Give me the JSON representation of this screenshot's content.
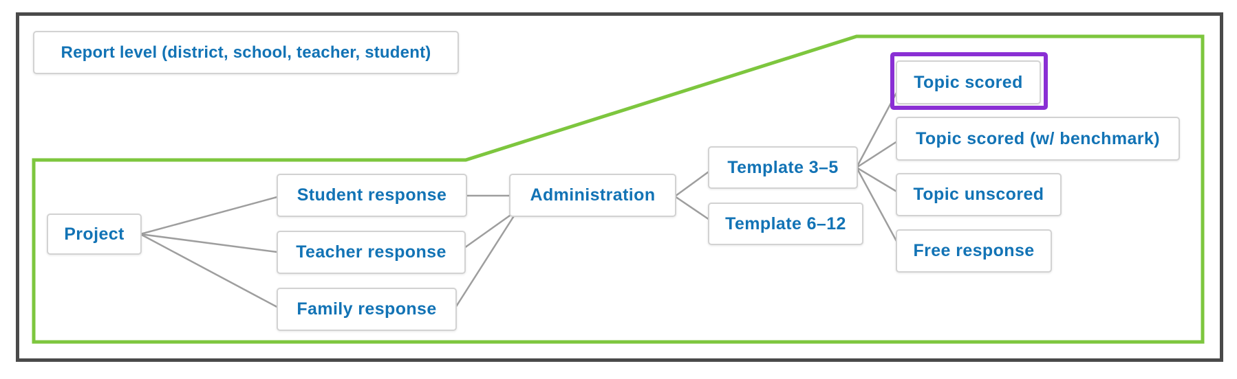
{
  "report_level_box": {
    "label": "Report level (district, school, teacher, student)"
  },
  "tree": {
    "nodes": {
      "project": {
        "label": "Project"
      },
      "student_response": {
        "label": "Student response"
      },
      "teacher_response": {
        "label": "Teacher response"
      },
      "family_response": {
        "label": "Family response"
      },
      "administration": {
        "label": "Administration"
      },
      "template_3_5": {
        "label": "Template 3–5"
      },
      "template_6_12": {
        "label": "Template 6–12"
      },
      "topic_scored": {
        "label": "Topic scored",
        "highlighted": true
      },
      "topic_scored_benchmark": {
        "label": "Topic scored (w/ benchmark)"
      },
      "topic_unscored": {
        "label": "Topic unscored"
      },
      "free_response": {
        "label": "Free response"
      }
    },
    "edges": [
      {
        "from": "project",
        "to": "student_response"
      },
      {
        "from": "project",
        "to": "teacher_response"
      },
      {
        "from": "project",
        "to": "family_response"
      },
      {
        "from": "student_response",
        "to": "administration"
      },
      {
        "from": "teacher_response",
        "to": "administration"
      },
      {
        "from": "family_response",
        "to": "administration"
      },
      {
        "from": "administration",
        "to": "template_3_5"
      },
      {
        "from": "administration",
        "to": "template_6_12"
      },
      {
        "from": "template_3_5",
        "to": "topic_scored"
      },
      {
        "from": "template_3_5",
        "to": "topic_scored_benchmark"
      },
      {
        "from": "template_3_5",
        "to": "topic_unscored"
      },
      {
        "from": "template_3_5",
        "to": "free_response"
      }
    ]
  },
  "colors": {
    "node_text_blue": "#1273b5",
    "scope_outline_green": "#7dc63e",
    "highlight_purple": "#8a2fd4",
    "connector_gray": "#9e9e9e",
    "frame_dark_gray": "#4a4a4a",
    "node_border_gray": "#d2d2d2"
  }
}
